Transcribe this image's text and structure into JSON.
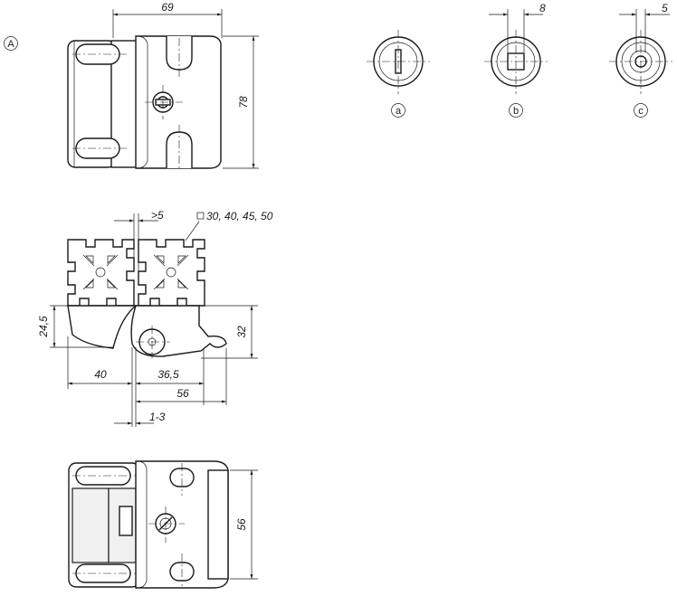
{
  "drawing": {
    "view_marker": "A",
    "variant_labels": [
      "a",
      "b",
      "c"
    ],
    "dimensions": {
      "width_top": "69",
      "height_top": "78",
      "key_b": "8",
      "key_c": "5",
      "gap": ">5",
      "profile_sizes": "30, 40, 45, 50",
      "height_left": "24,5",
      "height_right": "32",
      "len_40": "40",
      "len_36_5": "36,5",
      "len_56": "56",
      "clearance": "1-3",
      "height_bottom": "56"
    }
  }
}
